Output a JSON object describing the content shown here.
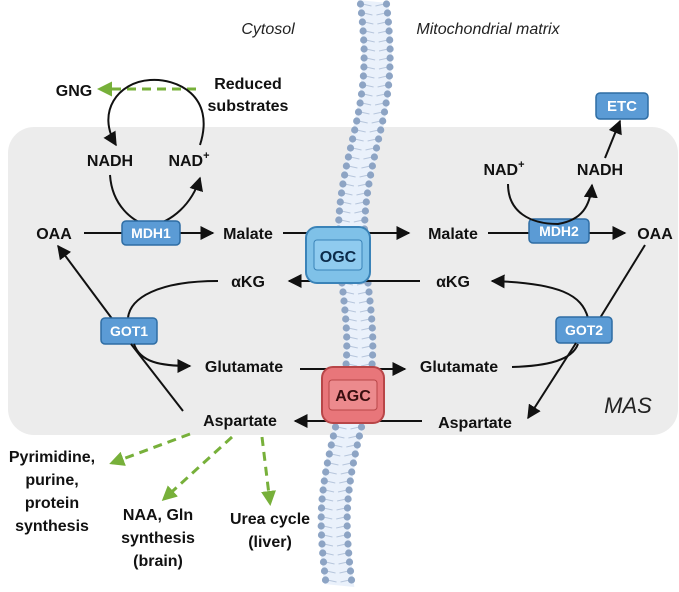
{
  "compartments": {
    "cytosol": "Cytosol",
    "matrix": "Mitochondrial matrix",
    "shuttle": "MAS"
  },
  "enzymes": {
    "mdh1": "MDH1",
    "mdh2": "MDH2",
    "got1": "GOT1",
    "got2": "GOT2",
    "etc": "ETC"
  },
  "transporters": {
    "ogc": "OGC",
    "agc": "AGC"
  },
  "cytosol": {
    "gng": "GNG",
    "reduced_line1": "Reduced",
    "reduced_line2": "substrates",
    "nadh": "NADH",
    "nad": "NAD",
    "nad_sup": "+",
    "oaa": "OAA",
    "malate": "Malate",
    "akg": "αKG",
    "glutamate": "Glutamate",
    "aspartate": "Aspartate"
  },
  "matrix": {
    "nad": "NAD",
    "nad_sup": "+",
    "nadh": "NADH",
    "malate": "Malate",
    "oaa": "OAA",
    "akg": "αKG",
    "glutamate": "Glutamate",
    "aspartate": "Aspartate"
  },
  "outputs": {
    "pyrimidine": [
      "Pyrimidine,",
      "purine,",
      "protein",
      "synthesis"
    ],
    "naa": [
      "NAA, Gln",
      "synthesis",
      "(brain)"
    ],
    "urea": [
      "Urea cycle",
      "(liver)"
    ]
  },
  "colors": {
    "panel": "#ececec",
    "enzyme_fill": "#5b9bd5",
    "transporter_ogc": "#7fc1e8",
    "transporter_agc": "#e8767a",
    "dashed_arrow": "#77b03a",
    "membrane": "#8da4c4"
  }
}
